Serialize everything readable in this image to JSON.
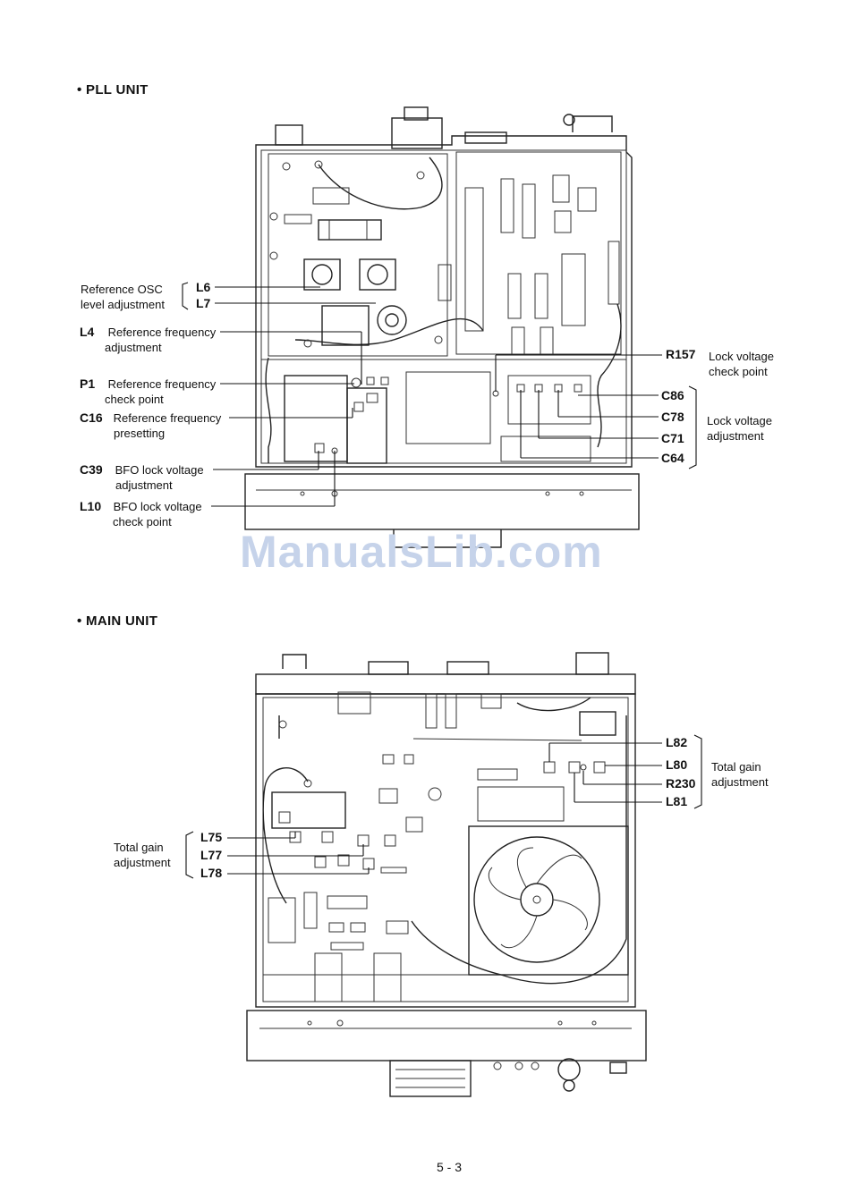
{
  "sections": {
    "pll_title": "• PLL UNIT",
    "main_title": "• MAIN UNIT"
  },
  "pll_labels": {
    "ref_osc": {
      "line1": "Reference OSC",
      "line2": "level adjustment",
      "refs": [
        "L6",
        "L7"
      ]
    },
    "l4": {
      "ref": "L4",
      "line1": "Reference frequency",
      "line2": "adjustment"
    },
    "p1": {
      "ref": "P1",
      "line1": "Reference frequency",
      "line2": "check point"
    },
    "c16": {
      "ref": "C16",
      "line1": "Reference frequency",
      "line2": "presetting"
    },
    "c39": {
      "ref": "C39",
      "line1": "BFO lock voltage",
      "line2": "adjustment"
    },
    "l10": {
      "ref": "L10",
      "line1": "BFO lock voltage",
      "line2": "check point"
    },
    "r157": {
      "ref": "R157",
      "line1": "Lock voltage",
      "line2": "check point"
    },
    "lock_adj": {
      "refs": [
        "C86",
        "C78",
        "C71",
        "C64"
      ],
      "line1": "Lock voltage",
      "line2": "adjustment"
    }
  },
  "main_labels": {
    "left": {
      "refs": [
        "L75",
        "L77",
        "L78"
      ],
      "line1": "Total gain",
      "line2": "adjustment"
    },
    "right": {
      "refs": [
        "L82",
        "L80",
        "R230",
        "L81"
      ],
      "line1": "Total gain",
      "line2": "adjustment"
    }
  },
  "watermark": "ManualsLib.com",
  "page_number": "5 - 3"
}
